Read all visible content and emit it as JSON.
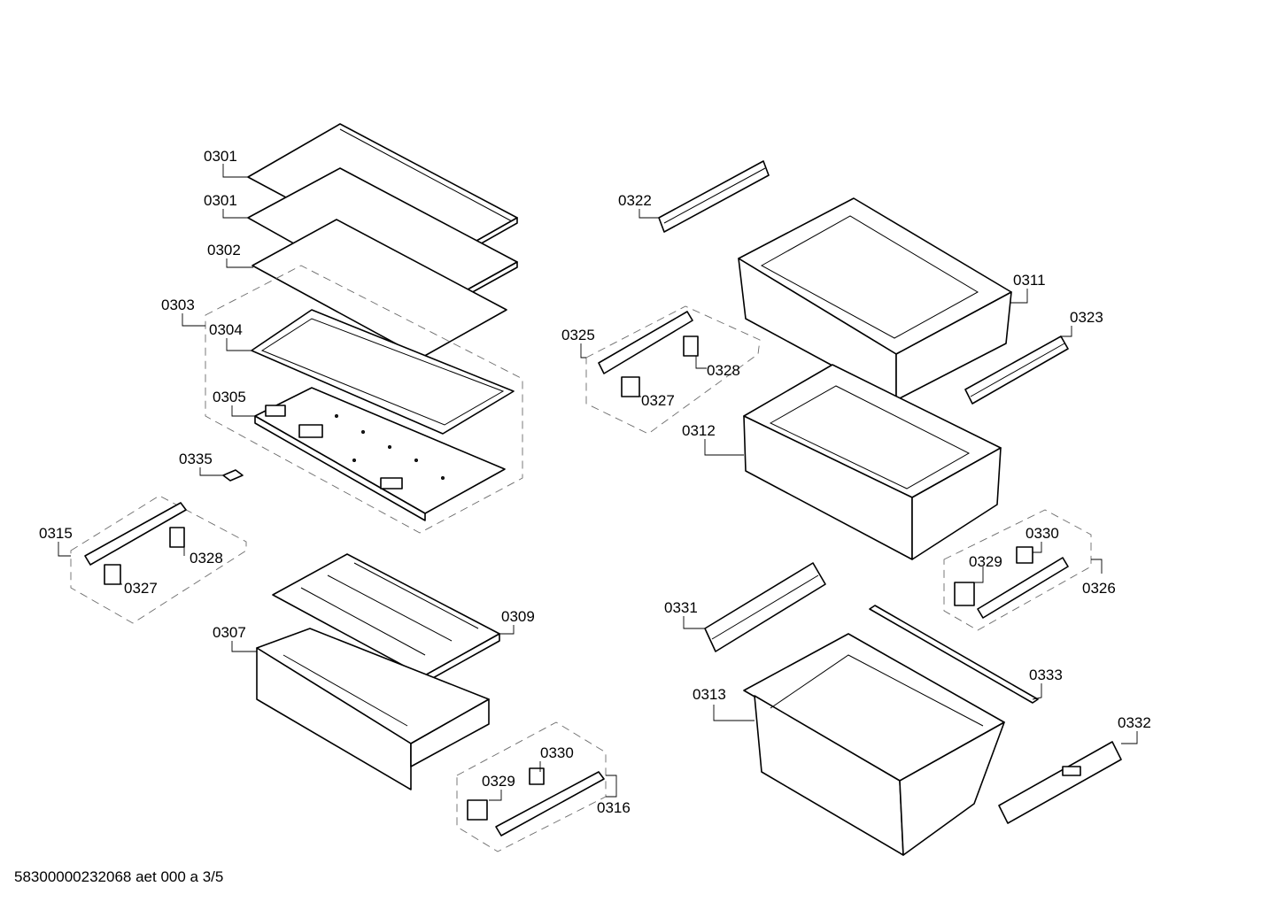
{
  "labels": {
    "l0301a": "0301",
    "l0301b": "0301",
    "l0302": "0302",
    "l0303": "0303",
    "l0304": "0304",
    "l0305": "0305",
    "l0335": "0335",
    "l0315": "0315",
    "l0328a": "0328",
    "l0327a": "0327",
    "l0307": "0307",
    "l0309": "0309",
    "l0329a": "0329",
    "l0330a": "0330",
    "l0316": "0316",
    "l0322": "0322",
    "l0311": "0311",
    "l0323": "0323",
    "l0325": "0325",
    "l0328b": "0328",
    "l0327b": "0327",
    "l0312": "0312",
    "l0329b": "0329",
    "l0330b": "0330",
    "l0326": "0326",
    "l0331": "0331",
    "l0333": "0333",
    "l0313": "0313",
    "l0332": "0332"
  },
  "footer": "58300000232068 aet 000 a 3/5"
}
